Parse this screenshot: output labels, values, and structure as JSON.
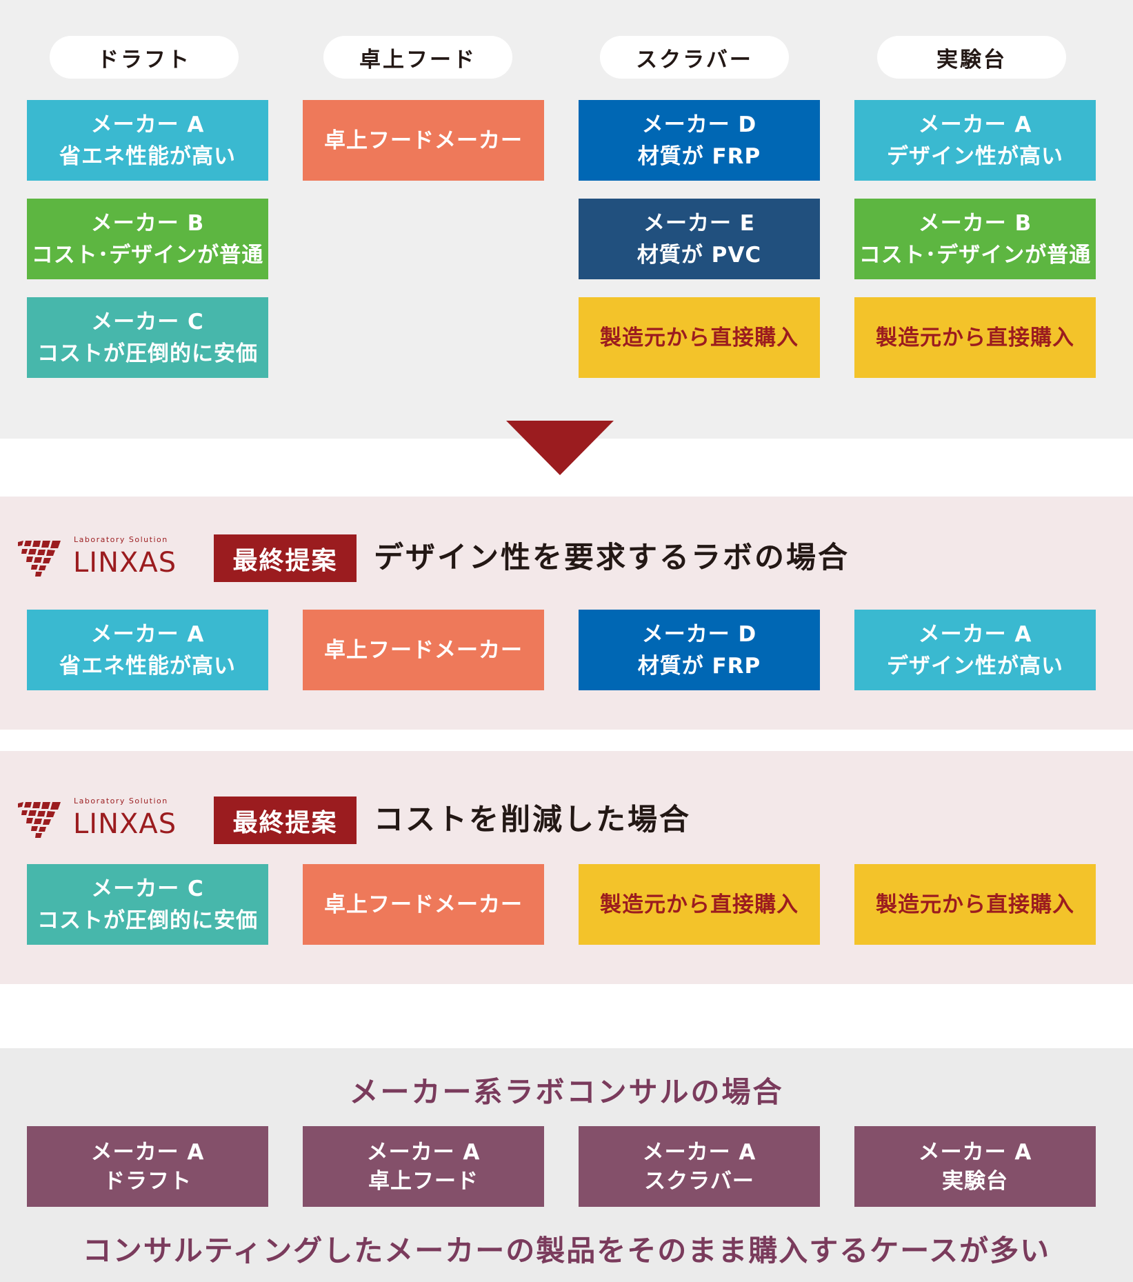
{
  "colors": {
    "makerA": "#3ab9d0",
    "makerB": "#5db641",
    "makerC": "#47b7ab",
    "desktopHood": "#ee795a",
    "makerD": "#0067b4",
    "makerE": "#21507e",
    "direct": "#f3c32a",
    "directText": "#9b1c1f",
    "consult": "#84506a",
    "accent": "#9b1c1f"
  },
  "categories": [
    "ドラフト",
    "卓上フード",
    "スクラバー",
    "実験台"
  ],
  "options": {
    "col1": [
      {
        "line1": "メーカー A",
        "line2": "省エネ性能が高い"
      },
      {
        "line1": "メーカー B",
        "line2": "コスト･デザインが普通"
      },
      {
        "line1": "メーカー C",
        "line2": "コストが圧倒的に安価"
      }
    ],
    "col2": [
      {
        "line1": "卓上フードメーカー"
      }
    ],
    "col3": [
      {
        "line1": "メーカー D",
        "line2": "材質が FRP"
      },
      {
        "line1": "メーカー E",
        "line2": "材質が PVC"
      },
      {
        "line1": "製造元から直接購入"
      }
    ],
    "col4": [
      {
        "line1": "メーカー A",
        "line2": "デザイン性が高い"
      },
      {
        "line1": "メーカー B",
        "line2": "コスト･デザインが普通"
      },
      {
        "line1": "製造元から直接購入"
      }
    ]
  },
  "logo": {
    "tagline": "Laboratory Solution",
    "wordmark": "LINXAS",
    "icon": "linxas-grid-logo"
  },
  "proposal1": {
    "badge": "最終提案",
    "heading": "デザイン性を要求するラボの場合",
    "boxes": [
      {
        "line1": "メーカー A",
        "line2": "省エネ性能が高い"
      },
      {
        "line1": "卓上フードメーカー"
      },
      {
        "line1": "メーカー D",
        "line2": "材質が FRP"
      },
      {
        "line1": "メーカー A",
        "line2": "デザイン性が高い"
      }
    ]
  },
  "proposal2": {
    "badge": "最終提案",
    "heading": "コストを削減した場合",
    "boxes": [
      {
        "line1": "メーカー C",
        "line2": "コストが圧倒的に安価"
      },
      {
        "line1": "卓上フードメーカー"
      },
      {
        "line1": "製造元から直接購入"
      },
      {
        "line1": "製造元から直接購入"
      }
    ]
  },
  "consult": {
    "title": "メーカー系ラボコンサルの場合",
    "boxes": [
      {
        "line1": "メーカー A",
        "line2": "ドラフト"
      },
      {
        "line1": "メーカー A",
        "line2": "卓上フード"
      },
      {
        "line1": "メーカー A",
        "line2": "スクラバー"
      },
      {
        "line1": "メーカー A",
        "line2": "実験台"
      }
    ],
    "note": "コンサルティングしたメーカーの製品をそのまま購入するケースが多い"
  }
}
